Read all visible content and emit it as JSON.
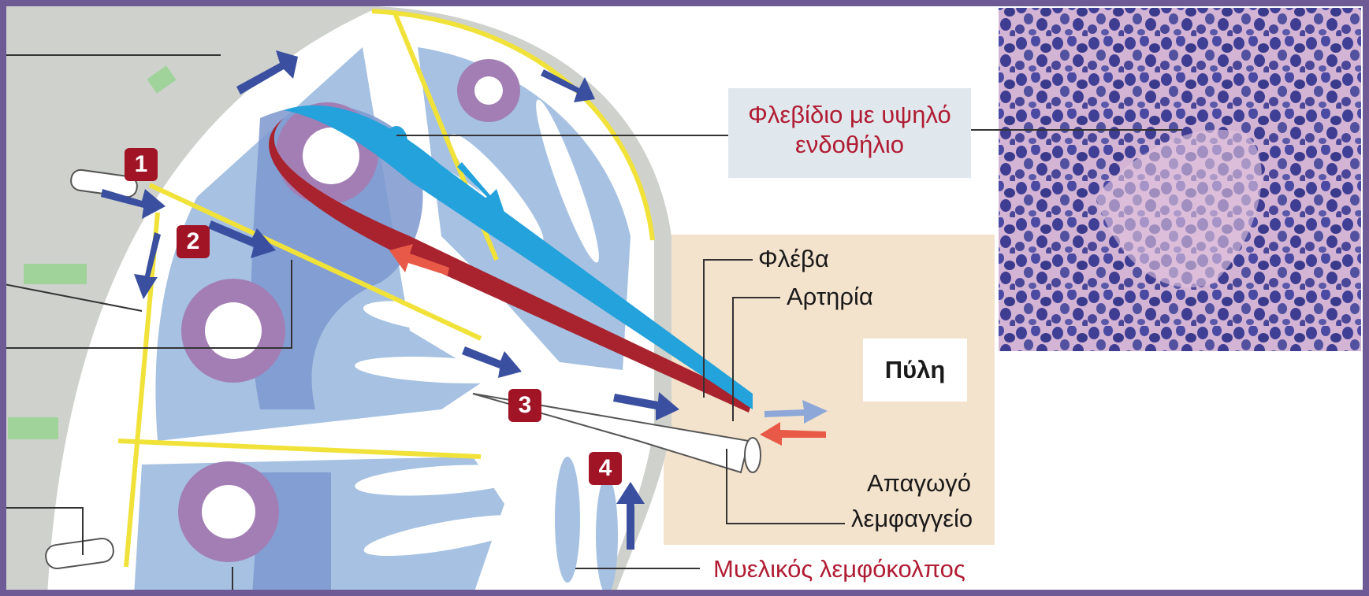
{
  "labels": {
    "hev_line1": "Φλεβίδιο με υψηλό",
    "hev_line2": "ενδοθήλιο",
    "vein": "Φλέβα",
    "artery": "Αρτηρία",
    "hilum": "Πύλη",
    "efferent_line1": "Απαγωγό",
    "efferent_line2": "λεμφαγγείο",
    "medullary_sinus": "Μυελικός λεμφόκολπος"
  },
  "steps": [
    "1",
    "2",
    "3",
    "4"
  ],
  "colors": {
    "frame": "#6e5a94",
    "capsule": "#cfd1cc",
    "cortex": "#a6c1e2",
    "paracortex": "#7d98cf",
    "follicle_ring": "#a27eb4",
    "trabecula": "#f1e23a",
    "hilum_bg": "#f4e3cc",
    "vein": "#23a2db",
    "artery": "#a8232d",
    "flow_arrow": "#3a4fa0",
    "badge": "#a01426",
    "label_red": "#b01c33",
    "callout_bg": "#e1e8ed"
  }
}
